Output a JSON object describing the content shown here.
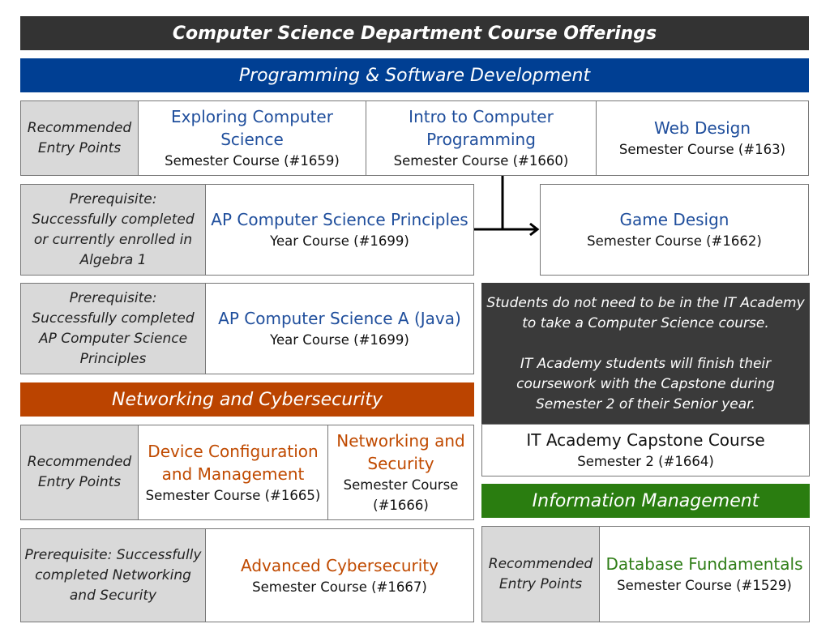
{
  "title": "Computer Science Department Course Offerings",
  "sections": {
    "programming": {
      "title": "Programming & Software Development",
      "color": "#003f93",
      "entry_label": "Recommended Entry Points",
      "courses": [
        {
          "name": "Exploring Computer Science",
          "detail": "Semester Course (#1659)"
        },
        {
          "name": "Intro to Computer Programming",
          "detail": "Semester Course (#1660)"
        },
        {
          "name": "Web Design",
          "detail": "Semester Course (#163)"
        }
      ],
      "apcsp": {
        "prereq": "Prerequisite: Successfully completed or currently enrolled in Algebra 1",
        "name": "AP Computer Science Principles",
        "detail": "Year Course (#1699)"
      },
      "game": {
        "name": "Game Design",
        "detail": "Semester Course (#1662)"
      },
      "apcsa": {
        "prereq": "Prerequisite: Successfully completed AP Computer Science Principles",
        "name": "AP Computer Science A (Java)",
        "detail": "Year Course (#1699)"
      }
    },
    "networking": {
      "title": "Networking and Cybersecurity",
      "color": "#bb4400",
      "entry_label": "Recommended Entry Points",
      "courses": [
        {
          "name": "Device Configuration and Management",
          "detail": "Semester Course (#1665)"
        },
        {
          "name": "Networking and Security",
          "detail": "Semester Course (#1666)"
        }
      ],
      "advanced": {
        "prereq": "Prerequisite: Successfully completed Networking and Security",
        "name": "Advanced Cybersecurity",
        "detail": "Semester Course (#1667)"
      }
    },
    "note": {
      "line1": "Students do not need to be in the IT Academy to take a Computer Science course.",
      "line2": "IT Academy students will finish their coursework with the Capstone during Semester 2 of their Senior year."
    },
    "capstone": {
      "name": "IT Academy Capstone Course",
      "detail": "Semester 2 (#1664)"
    },
    "info": {
      "title": "Information Management",
      "color": "#2a7d10",
      "entry_label": "Recommended Entry Points",
      "course": {
        "name": "Database Fundamentals",
        "detail": "Semester Course (#1529)"
      }
    }
  }
}
